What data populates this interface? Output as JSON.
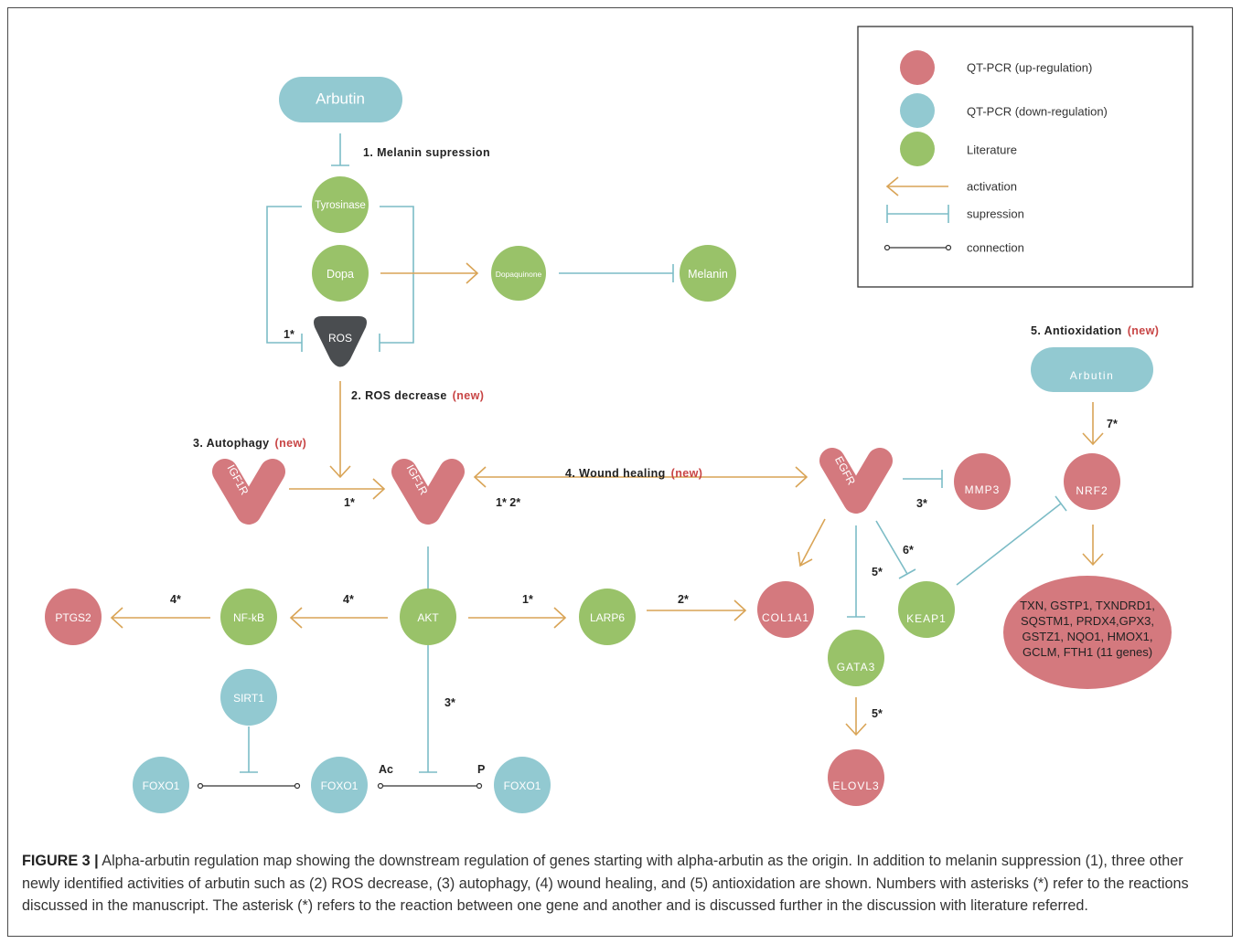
{
  "colors": {
    "up": "#d4797e",
    "down": "#92c9d1",
    "lit": "#99c269",
    "ros": "#4a4d50",
    "activation": "#d9a456",
    "suppression": "#7cbcc6",
    "connection": "#333333",
    "newmark": "#c84545"
  },
  "legend": {
    "items": [
      {
        "label": "QT-PCR (up-regulation)"
      },
      {
        "label": "QT-PCR (down-regulation)"
      },
      {
        "label": "Literature"
      },
      {
        "label": "activation"
      },
      {
        "label": "supression"
      },
      {
        "label": "connection"
      }
    ]
  },
  "nodes": {
    "arbutin_top": "Arbutin",
    "tyrosinase": "Tyrosinase",
    "dopa": "Dopa",
    "ros": "ROS",
    "dopaquinone": "Dopaquinone",
    "melanin": "Melanin",
    "igf1r_left": "IGF1R",
    "igf1r_center": "IGF1R",
    "egfr": "EGFR",
    "mmp3": "MMP3",
    "arbutin_right": "Arbutin",
    "nrf2": "NRF2",
    "ptgs2": "PTGS2",
    "nfkb": "NF-kB",
    "akt": "AKT",
    "larp6": "LARP6",
    "col1a1": "COL1A1",
    "gata3": "GATA3",
    "keap1": "KEAP1",
    "sirt1": "SIRT1",
    "foxo1_a": "FOXO1",
    "foxo1_b": "FOXO1",
    "foxo1_c": "FOXO1",
    "elovl3": "ELOVL3",
    "genes_line1": "TXN, GSTP1, TXNDRD1,",
    "genes_line2": "SQSTM1, PRDX4,GPX3,",
    "genes_line3": "GSTZ1, NQO1, HMOX1,",
    "genes_line4": "GCLM, FTH1 (11 genes)"
  },
  "headings": {
    "melanin": "1. Melanin supression",
    "ros": "2. ROS decrease",
    "autophagy": "3. Autophagy",
    "wound": "4. Wound healing",
    "antiox": "5. Antioxidation",
    "new": "(new)"
  },
  "edge_labels": {
    "ros_1": "1*",
    "igf_1": "1*",
    "igf_egfr": "1* 2*",
    "akt_nfkb": "4*",
    "nfkb_ptgs2": "4*",
    "akt_larp6": "1*",
    "larp6_col": "2*",
    "egfr_mmp3": "3*",
    "egfr_keap1": "6*",
    "egfr_gata3": "5*",
    "gata3_elovl3": "5*",
    "arb_nrf2": "7*",
    "akt_foxo": "3*",
    "ac": "Ac",
    "p": "P"
  },
  "caption": {
    "label": "FIGURE 3 |",
    "text": " Alpha-arbutin regulation map showing the downstream regulation of genes starting with alpha-arbutin as the origin. In addition to melanin suppression (1), three other newly identified activities of arbutin such as (2) ROS decrease, (3) autophagy, (4) wound healing, and (5) antioxidation are shown. Numbers with asterisks (*) refer to the reactions discussed in the manuscript. The asterisk (*) refers to the reaction between one gene and another and is discussed further in the discussion with literature referred."
  }
}
